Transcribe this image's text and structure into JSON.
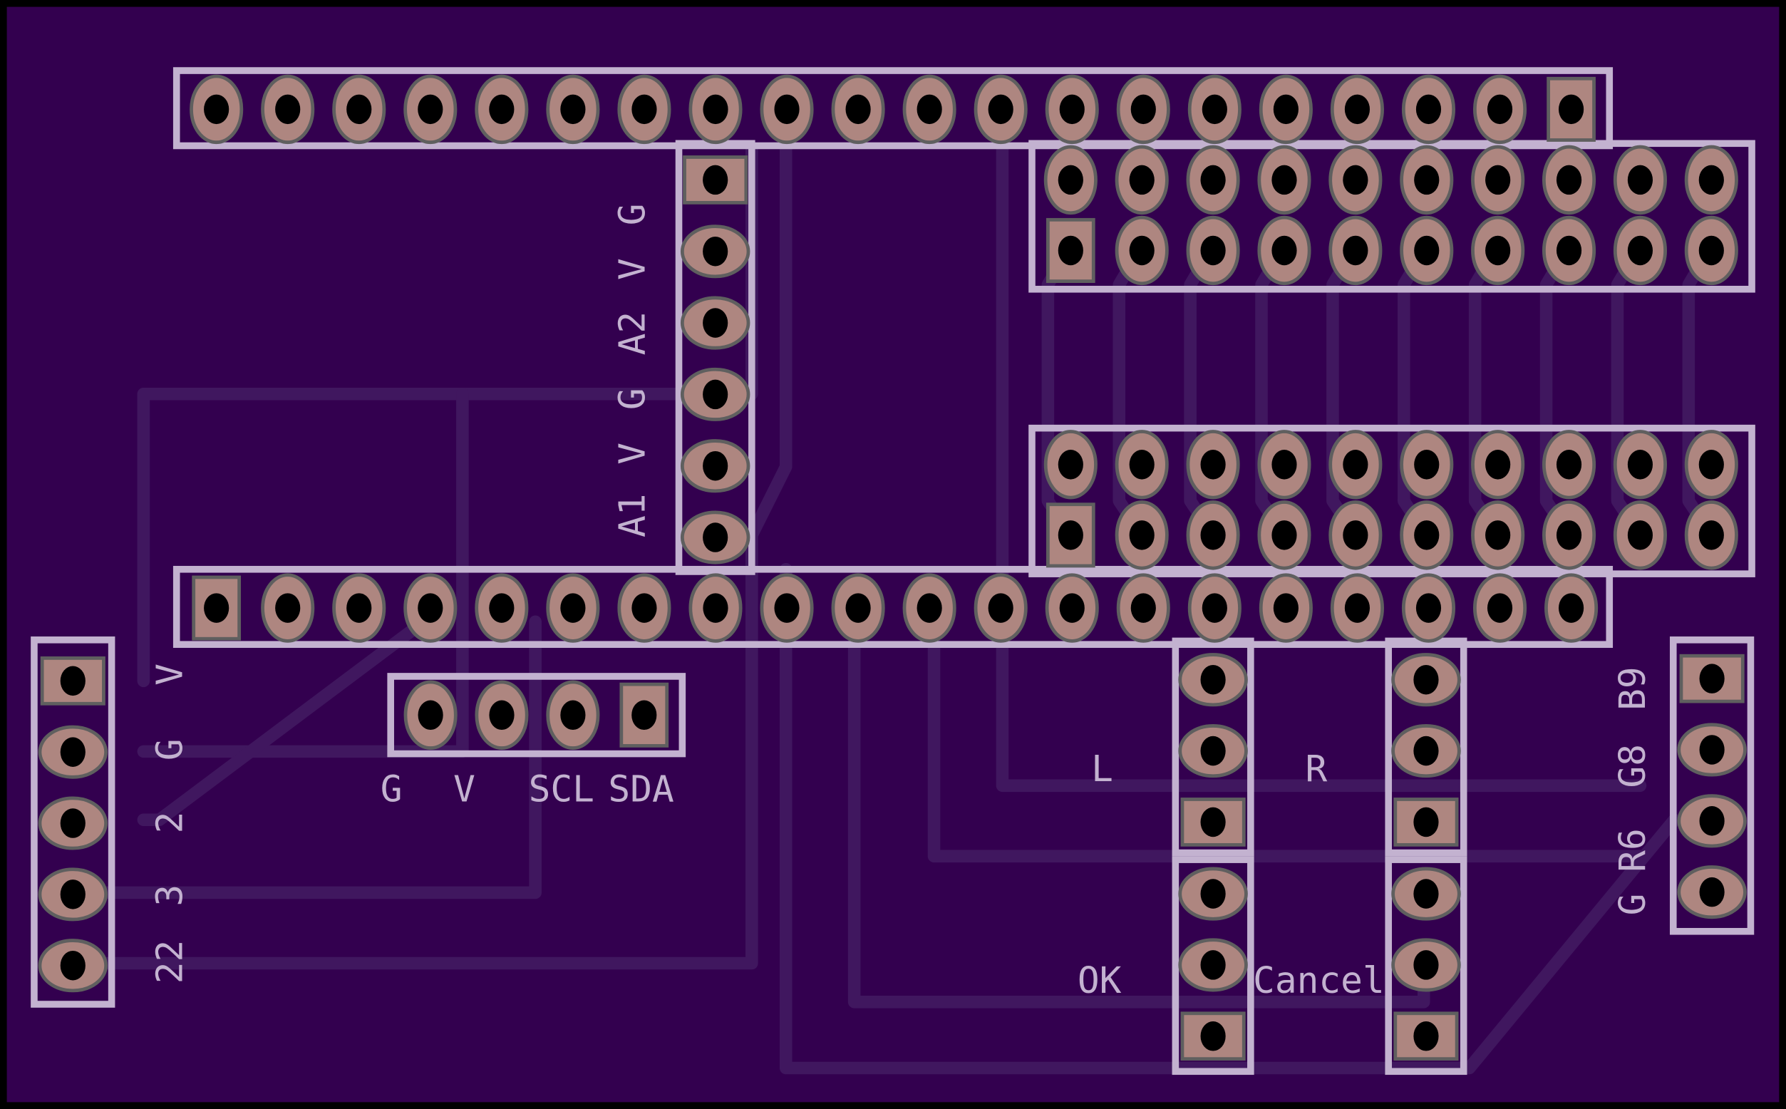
{
  "board": {
    "title": "PCB layout",
    "colors": {
      "background": "#33004f",
      "border": "#000000",
      "silkscreen": "#c3b2d0",
      "pad": "#ae8680",
      "pad_outline": "#5f5f5f",
      "drill": "#000000",
      "trace": "#40175f"
    }
  },
  "labels": {
    "top_header_pins": [
      "A1",
      "V",
      "G",
      "A2",
      "V",
      "G"
    ],
    "left_header_pins": [
      "V",
      "G",
      "2",
      "3",
      "22"
    ],
    "i2c_pins": [
      "G",
      "V",
      "SCL",
      "SDA"
    ],
    "i2c_text": "G  V  SCLSDA",
    "button_L": "L",
    "button_R": "R",
    "button_OK": "OK",
    "button_Cancel": "Cancel",
    "rgb_pins": [
      "B9",
      "G8",
      "R6",
      "G"
    ]
  },
  "components": {
    "top_strip_pins": 20,
    "bottom_strip_pins": 20,
    "right_upper_block": {
      "rows": 2,
      "cols": 10
    },
    "right_lower_block": {
      "rows": 2,
      "cols": 10
    },
    "analog_header_pins": 6,
    "left_header_pins": 5,
    "i2c_header_pins": 4,
    "button_headers": 4,
    "rgb_header_pins": 4
  }
}
